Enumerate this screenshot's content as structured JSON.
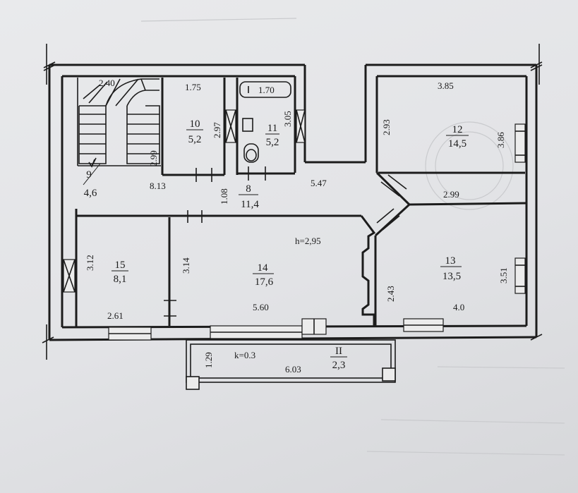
{
  "rooms": [
    {
      "number": "8",
      "area": "11,4"
    },
    {
      "number": "9",
      "area": "4,6"
    },
    {
      "number": "10",
      "area": "5,2"
    },
    {
      "number": "11",
      "area": "5,2"
    },
    {
      "number": "12",
      "area": "14,5"
    },
    {
      "number": "13",
      "area": "13,5"
    },
    {
      "number": "14",
      "area": "17,6"
    },
    {
      "number": "15",
      "area": "8,1"
    },
    {
      "number": "II",
      "area": "2,3"
    }
  ],
  "dimensions": {
    "d240": "2.40",
    "d175": "1.75",
    "d170": "1.70",
    "d385": "3.85",
    "d297": "2.97",
    "d305": "3.05",
    "d293": "2.93",
    "d386": "3.86",
    "d299a": "2.99",
    "d108": "1.08",
    "d547": "5.47",
    "d813": "8.13",
    "d299b": "2.99",
    "d312": "3.12",
    "d314": "3.14",
    "d243": "2.43",
    "d351": "3.51",
    "d261": "2.61",
    "d560": "5.60",
    "d40": "4.0",
    "d129": "1.29",
    "d603": "6.03"
  },
  "annotations": {
    "ceiling_height": "h=2,95",
    "coefficient": "k=0.3"
  }
}
